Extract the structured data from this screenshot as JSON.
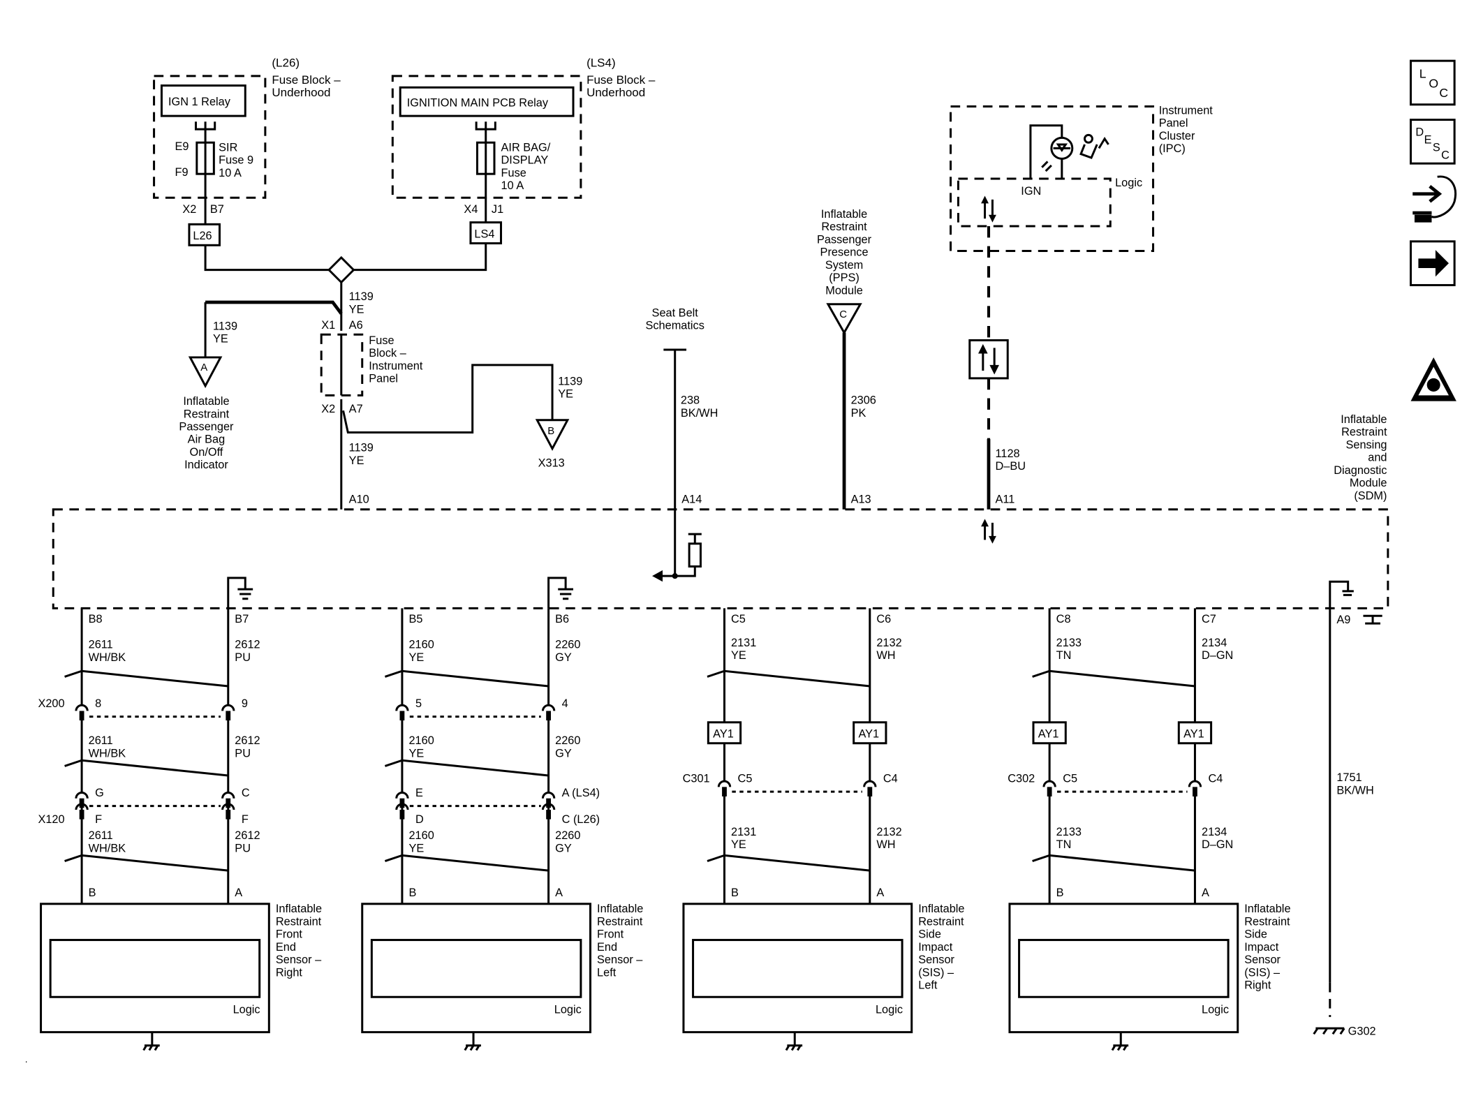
{
  "fuse_blocks": {
    "l26": {
      "code": "(L26)",
      "title": "Fuse Block –\nUnderhood",
      "relay": "IGN 1 Relay",
      "pin_top": "E9",
      "pin_bot": "F9",
      "fuse": "SIR\nFuse 9\n10 A",
      "conn_x": "X2",
      "conn_pin": "B7",
      "tag": "L26"
    },
    "ls4": {
      "code": "(LS4)",
      "title": "Fuse Block –\nUnderhood",
      "relay": "IGNITION MAIN PCB Relay",
      "fuse": "AIR BAG/\nDISPLAY\nFuse\n10 A",
      "conn_x": "X4",
      "conn_pin": "J1",
      "tag": "LS4"
    }
  },
  "top_wiring": {
    "wire_main_top": "1139\nYE",
    "x1": "X1",
    "a6": "A6",
    "x2": "X2",
    "a7": "A7",
    "ipfb": "Fuse\nBlock –\nInstrument\nPanel",
    "wire_left": "1139\nYE",
    "wire_right": "1139\nYE",
    "wire_main_bot": "1139\nYE",
    "a_letter": "A",
    "a_desc": "Inflatable\nRestraint\nPassenger\nAir Bag\nOn/Off\nIndicator",
    "b_letter": "B",
    "b_desc": "X313"
  },
  "seatbelt": {
    "title": "Seat Belt\nSchematics",
    "wire": "238\nBK/WH",
    "pin": "A14"
  },
  "pps": {
    "title": "Inflatable\nRestraint\nPassenger\nPresence\nSystem\n(PPS)\nModule",
    "letter": "C",
    "wire": "2306\nPK",
    "pin": "A13"
  },
  "ipc": {
    "title": "Instrument\nPanel\nCluster\n(IPC)",
    "logic": "Logic",
    "ign": "IGN",
    "wire": "1128\nD–BU",
    "pin": "A11"
  },
  "sdm": {
    "title": "Inflatable\nRestraint\nSensing\nand\nDiagnostic\nModule\n(SDM)",
    "pin_a10": "A10"
  },
  "side_icons": {
    "loc": [
      "L",
      "O",
      "C"
    ],
    "desc": [
      "D",
      "E",
      "S",
      "C"
    ]
  },
  "sensors": [
    {
      "pin1": "B8",
      "pin2": "B7",
      "w1": "2611\nWH/BK",
      "w2": "2612\nPU",
      "x200_1": "8",
      "x200_2": "9",
      "w3": "2611\nWH/BK",
      "w4": "2612\nPU",
      "c1": "G",
      "c2": "C",
      "x120_1": "F",
      "x120_2": "F",
      "w5": "2611\nWH/BK",
      "w6": "2612\nPU",
      "t1": "B",
      "t2": "A",
      "name": "Inflatable\nRestraint\nFront\nEnd\nSensor –\nRight",
      "logic": "Logic"
    },
    {
      "pin1": "B5",
      "pin2": "B6",
      "w1": "2160\nYE",
      "w2": "2260\nGY",
      "x200_1": "5",
      "x200_2": "4",
      "w3": "2160\nYE",
      "w4": "2260\nGY",
      "c1": "E",
      "c2": "A (LS4)",
      "x120_1": "D",
      "x120_2": "C (L26)",
      "w5": "2160\nYE",
      "w6": "2260\nGY",
      "t1": "B",
      "t2": "A",
      "name": "Inflatable\nRestraint\nFront\nEnd\nSensor –\nLeft",
      "logic": "Logic"
    },
    {
      "pin1": "C5",
      "pin2": "C6",
      "w1": "2131\nYE",
      "w2": "2132\nWH",
      "ay": "AY1",
      "conn": "C301",
      "k1": "C5",
      "k2": "C4",
      "w5": "2131\nYE",
      "w6": "2132\nWH",
      "t1": "B",
      "t2": "A",
      "name": "Inflatable\nRestraint\nSide\nImpact\nSensor\n(SIS) –\nLeft",
      "logic": "Logic"
    },
    {
      "pin1": "C8",
      "pin2": "C7",
      "w1": "2133\nTN",
      "w2": "2134\nD–GN",
      "ay": "AY1",
      "conn": "C302",
      "k1": "C5",
      "k2": "C4",
      "w5": "2133\nTN",
      "w6": "2134\nD–GN",
      "t1": "B",
      "t2": "A",
      "name": "Inflatable\nRestraint\nSide\nImpact\nSensor\n(SIS) –\nRight",
      "logic": "Logic"
    }
  ],
  "connectors": {
    "x200": "X200",
    "x120": "X120"
  },
  "ground": {
    "pin": "A9",
    "wire": "1751\nBK/WH",
    "name": "G302"
  }
}
